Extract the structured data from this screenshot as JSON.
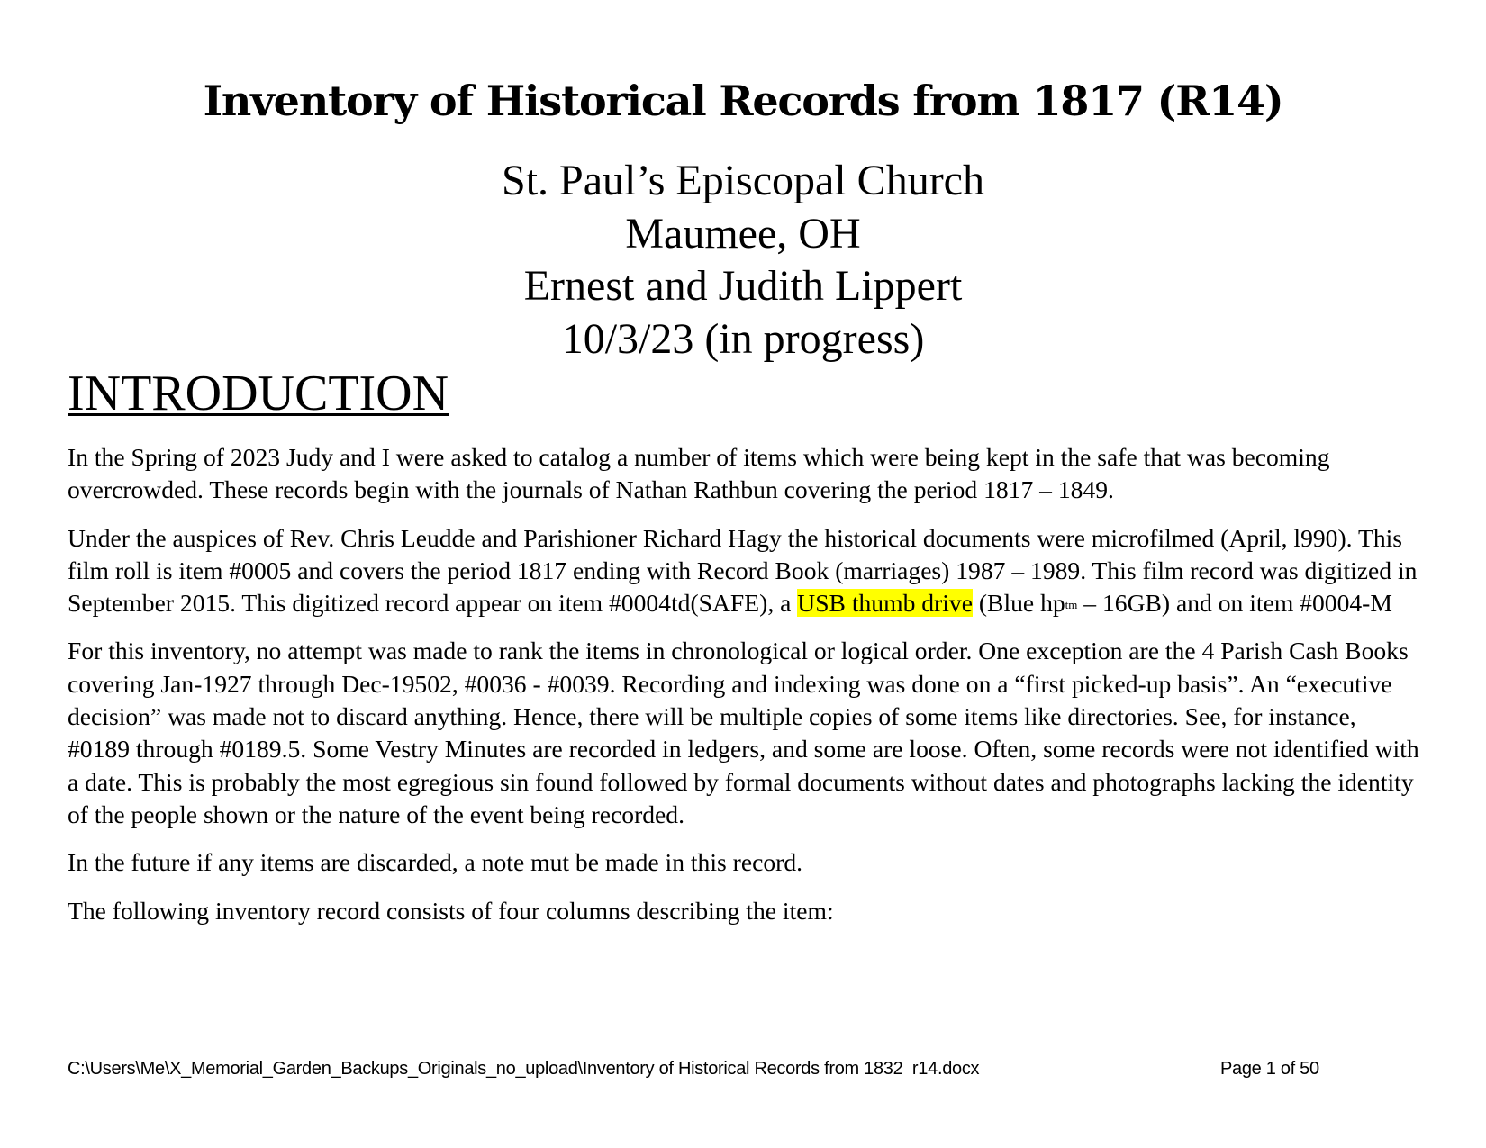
{
  "document": {
    "title": "Inventory of Historical Records from 1817 (R14)",
    "subtitle_lines": [
      "St. Paul’s Episcopal Church",
      "Maumee, OH",
      "Ernest and Judith Lippert",
      "10/3/23 (in progress)"
    ],
    "section_heading": "INTRODUCTION",
    "paragraphs": {
      "p1": "In the Spring of 2023 Judy and I were asked to catalog a number of items which were being kept in the safe that was becoming overcrowded. These records begin with the journals of Nathan Rathbun covering the period 1817 – 1849.",
      "p2": {
        "before_highlight": "Under the auspices of Rev. Chris Leudde and Parishioner Richard Hagy the historical documents were microfilmed (April, l990). This film roll is item #0005 and covers the period 1817 ending with Record Book (marriages) 1987 – 1989. This film record was digitized in September 2015. This digitized record appear on item #0004td(SAFE), a ",
        "highlight": "USB thumb drive",
        "after_highlight": " (Blue hp",
        "superscript": "tm",
        "end": " – 16GB) and on item #0004-M"
      },
      "p3": "For this inventory, no attempt was made to rank the items in chronological or logical order. One exception are the 4 Parish Cash Books covering Jan-1927 through Dec-19502, #0036 - #0039. Recording and indexing was done on a “first picked-up basis”. An “executive decision” was made not to discard anything. Hence, there will be multiple copies of some items like directories. See, for instance, #0189 through #0189.5. Some Vestry Minutes are recorded in ledgers, and some are loose. Often, some records were not identified with a date. This is probably the most egregious sin found followed by formal documents without dates and photographs lacking the identity of the people shown or the nature of the event being recorded.",
      "p4": "In the future if any items are discarded, a note mut be made in this record.",
      "p5": "The following inventory record consists of four columns describing the item:"
    },
    "highlight_color": "#ffff00"
  },
  "footer": {
    "file_path": "C:\\Users\\Me\\X_Memorial_Garden_Backups_Originals_no_upload\\Inventory of Historical Records from 1832  r14.docx",
    "page_label": "Page 1 of 50"
  }
}
